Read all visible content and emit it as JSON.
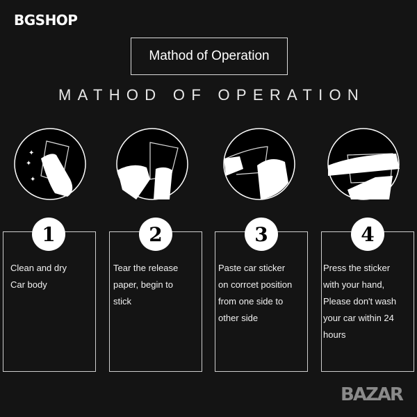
{
  "brand": "BGSHOP",
  "title": "Mathod of Operation",
  "subtitle": "MATHOD OF OPERATION",
  "steps": [
    {
      "number": "1",
      "lines": [
        "Clean and dry",
        "Car body"
      ]
    },
    {
      "number": "2",
      "lines": [
        "Tear the release",
        "paper, begin to",
        "stick"
      ]
    },
    {
      "number": "3",
      "lines": [
        "Paste car sticker",
        "on corrcet position",
        "from one side to",
        "other side"
      ]
    },
    {
      "number": "4",
      "lines": [
        "Press the sticker",
        "with your hand,",
        "Please don't wash",
        "your car within 24",
        "hours"
      ]
    }
  ],
  "watermark": "BAZAR"
}
